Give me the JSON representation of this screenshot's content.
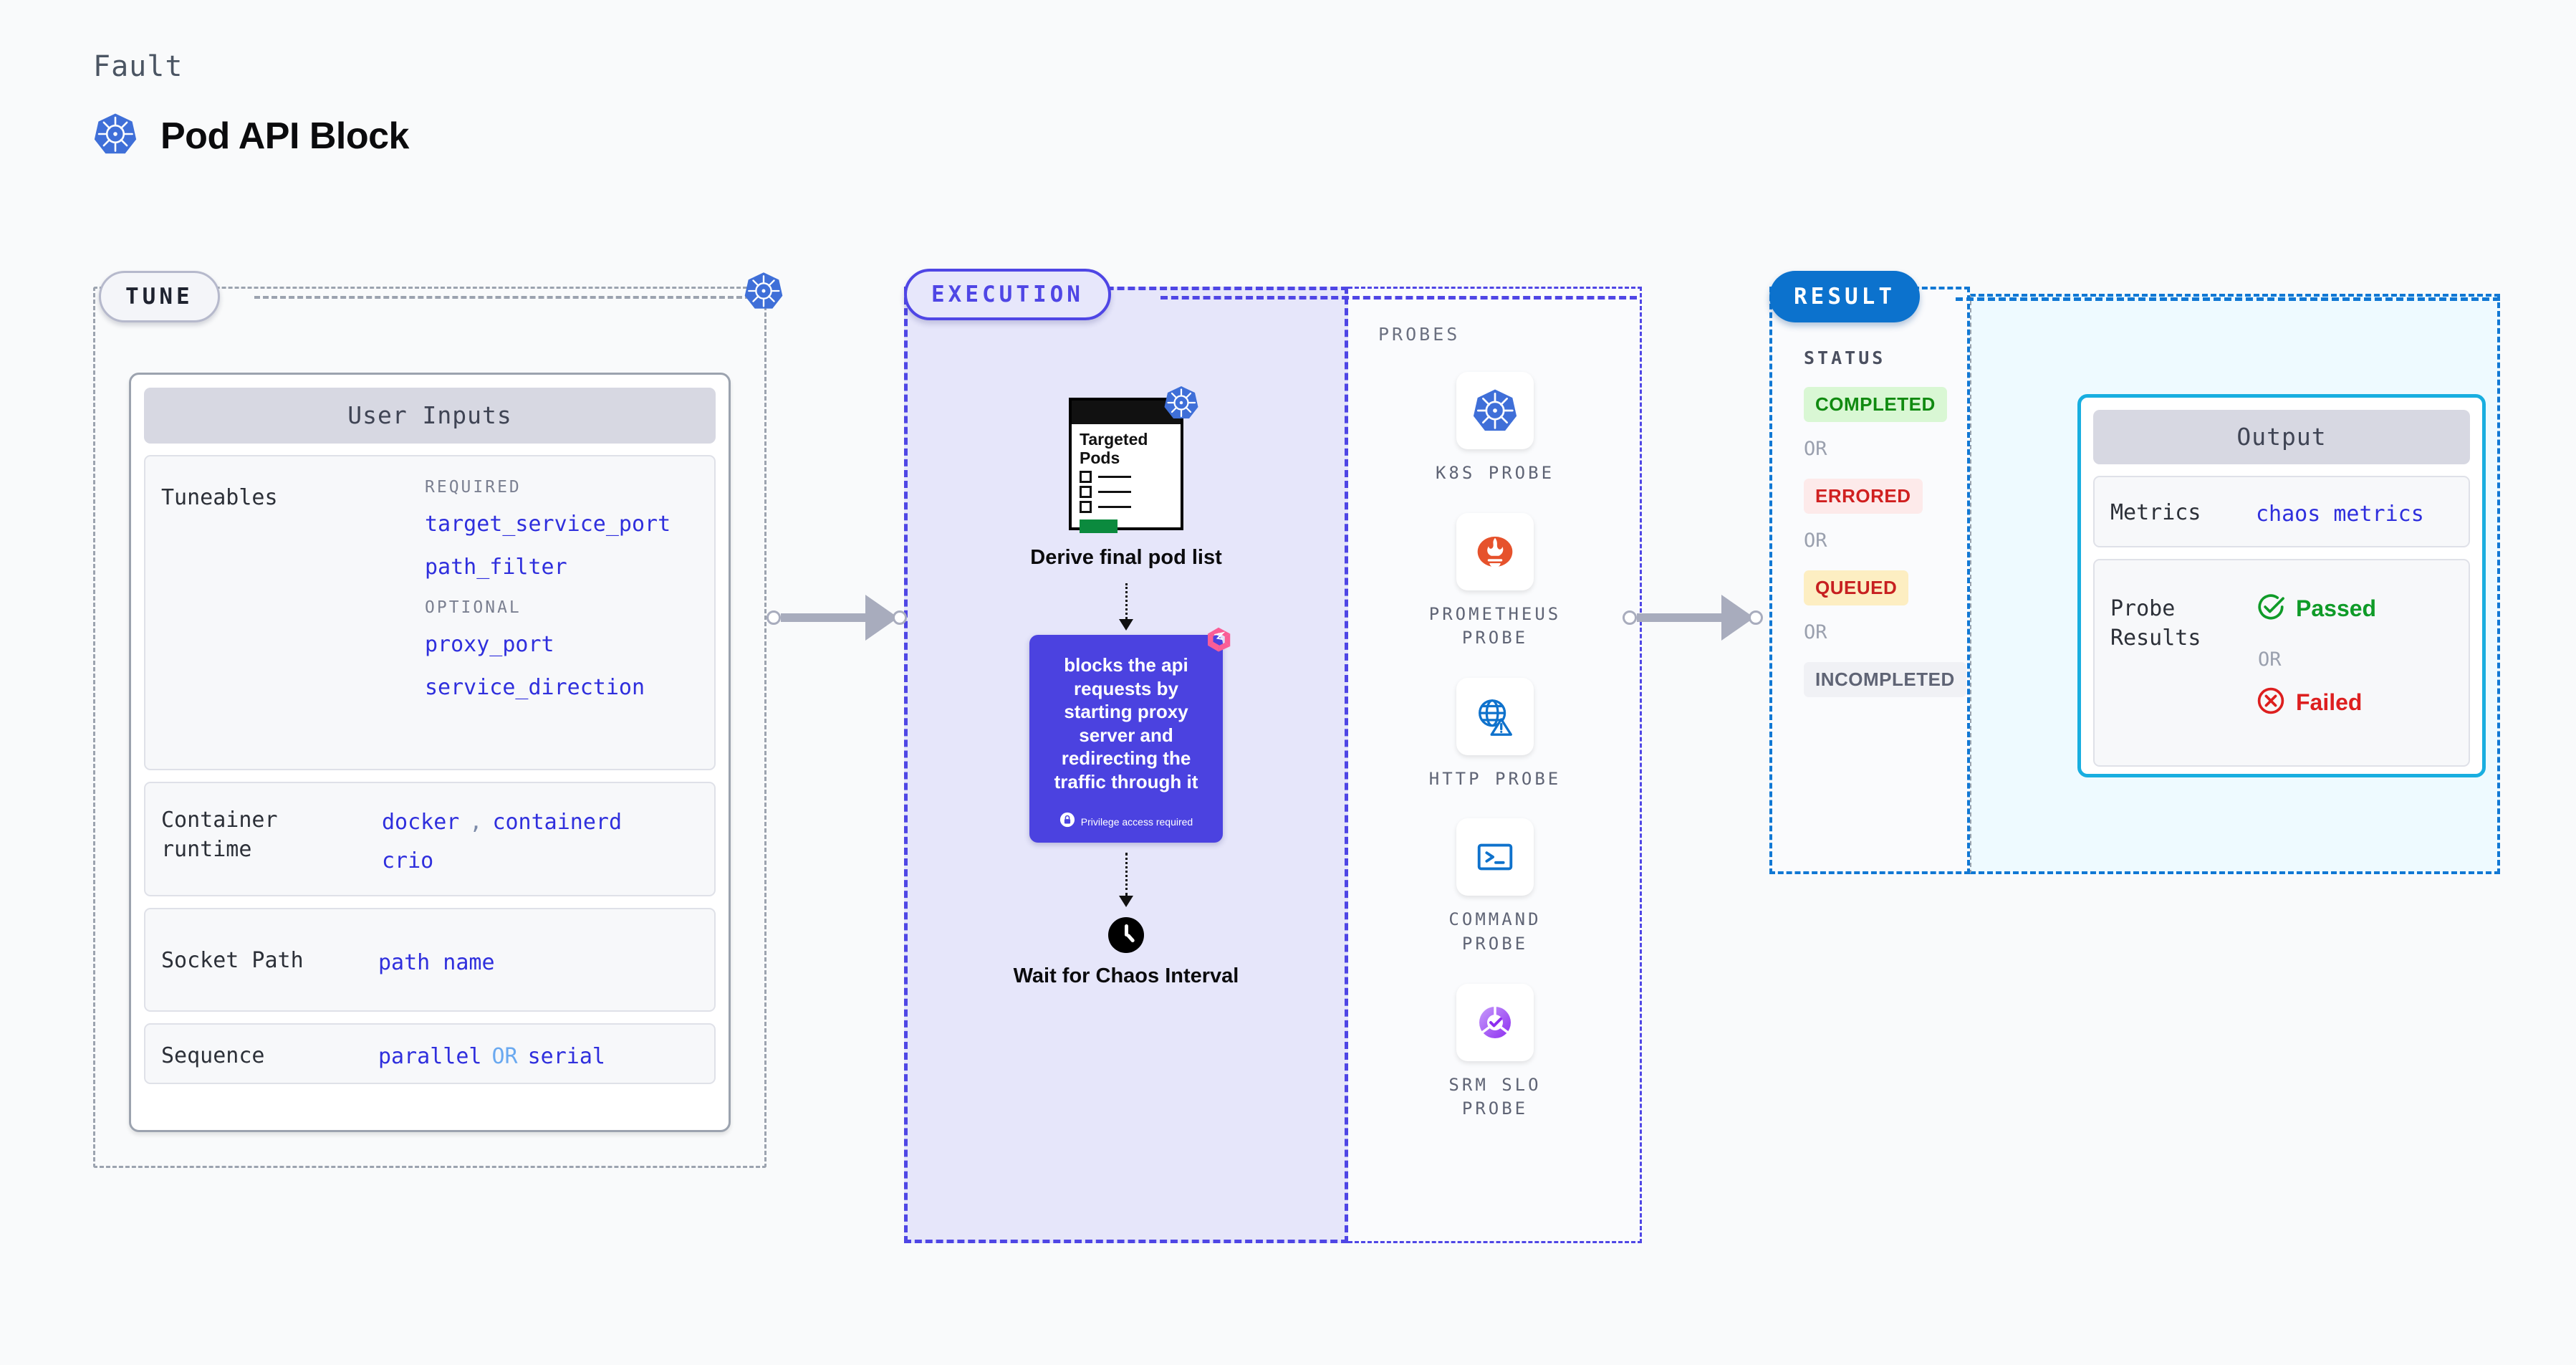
{
  "header": {
    "kicker": "Fault",
    "title": "Pod API Block",
    "logo_icon": "kubernetes-icon"
  },
  "tune": {
    "badge": "TUNE",
    "node_icon": "kubernetes-icon",
    "card_title": "User Inputs",
    "tuneables": {
      "label": "Tuneables",
      "required_label": "REQUIRED",
      "required": [
        "target_service_port",
        "path_filter"
      ],
      "optional_label": "OPTIONAL",
      "optional": [
        "proxy_port",
        "service_direction"
      ]
    },
    "rows": [
      {
        "label": "Container runtime",
        "values": [
          "docker",
          ",",
          "containerd",
          "crio"
        ]
      },
      {
        "label": "Socket Path",
        "values": [
          "path name"
        ]
      },
      {
        "label": "Sequence",
        "values": [
          "parallel",
          "OR",
          "serial"
        ]
      }
    ]
  },
  "execution": {
    "badge": "EXECUTION",
    "pods_card": {
      "title": "Targeted Pods",
      "node_icon": "kubernetes-icon",
      "checkbox_count": 3,
      "bar_color": "#0b8a3e"
    },
    "step1_label": "Derive final pod list",
    "action_card": {
      "text": "blocks the api requests by starting proxy server and redirecting the traffic through it",
      "privilege_note": "Privilege access required",
      "privilege_icon": "lock-icon",
      "corner_icon": "litmus-chaos-icon",
      "bg_color": "#4b42e0"
    },
    "step2_label": "Wait for Chaos Interval",
    "step2_icon": "clock-icon"
  },
  "probes": {
    "heading": "PROBES",
    "items": [
      {
        "label": "K8S PROBE",
        "icon": "kubernetes-icon"
      },
      {
        "label": "PROMETHEUS PROBE",
        "icon": "prometheus-icon"
      },
      {
        "label": "HTTP PROBE",
        "icon": "globe-warning-icon"
      },
      {
        "label": "COMMAND PROBE",
        "icon": "terminal-icon"
      },
      {
        "label": "SRM SLO PROBE",
        "icon": "srm-slo-icon"
      }
    ]
  },
  "result": {
    "badge": "RESULT",
    "status_heading": "STATUS",
    "or_label": "OR",
    "statuses": [
      {
        "label": "COMPLETED",
        "bg": "#d9f7d4",
        "fg": "#108a10"
      },
      {
        "label": "ERRORED",
        "bg": "#fdeaea",
        "fg": "#d02020"
      },
      {
        "label": "QUEUED",
        "bg": "#fdeec2",
        "fg": "#c72020"
      },
      {
        "label": "INCOMPLETED",
        "bg": "#f0f1f5",
        "fg": "#5f6475"
      }
    ]
  },
  "output": {
    "card_title": "Output",
    "metrics": {
      "label": "Metrics",
      "value": "chaos metrics"
    },
    "probe_results": {
      "label": "Probe Results",
      "passed": "Passed",
      "passed_icon": "check-circle-icon",
      "or_label": "OR",
      "failed": "Failed",
      "failed_icon": "x-circle-icon"
    }
  },
  "colors": {
    "accent_purple": "#4f46e5",
    "accent_blue": "#1178d4",
    "link_blue": "#2f2fdd",
    "cyan": "#18aee0",
    "pass_green": "#0f9b28",
    "fail_red": "#dd1f1f"
  }
}
